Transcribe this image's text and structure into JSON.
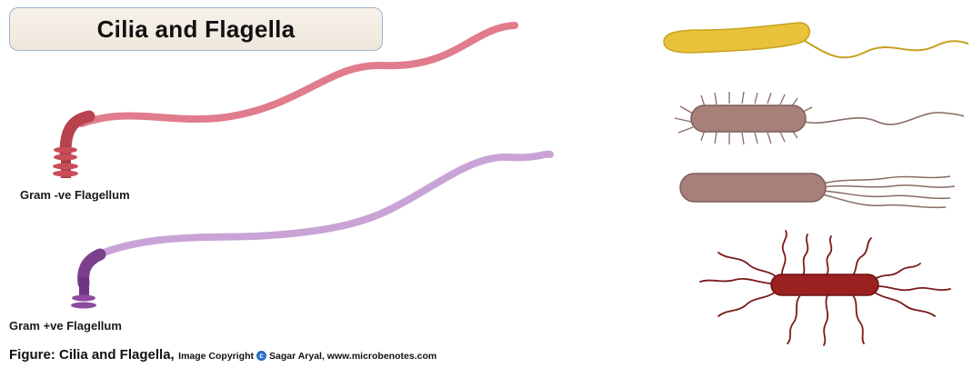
{
  "title": "Cilia and Flagella",
  "labels": {
    "gram_negative": "Gram -ve Flagellum",
    "gram_positive": "Gram +ve Flagellum"
  },
  "caption": {
    "figure": "Figure: Cilia and Flagella,",
    "copyright_pre": "Image Copyright",
    "copyright_symbol": "c",
    "copyright_post": "Sagar Aryal, www.microbenotes.com"
  },
  "colors": {
    "gram_negative_flagellum": "#e07c8c",
    "gram_negative_base": "#b8434e",
    "gram_positive_flagellum": "#c9a3d6",
    "gram_positive_base": "#7b3f8c",
    "monotrichous_body": "#e8c23a",
    "peritrichous_body": "#a7807a",
    "lophotrichous_body": "#a7807a",
    "amphi_body": "#9b2020"
  }
}
